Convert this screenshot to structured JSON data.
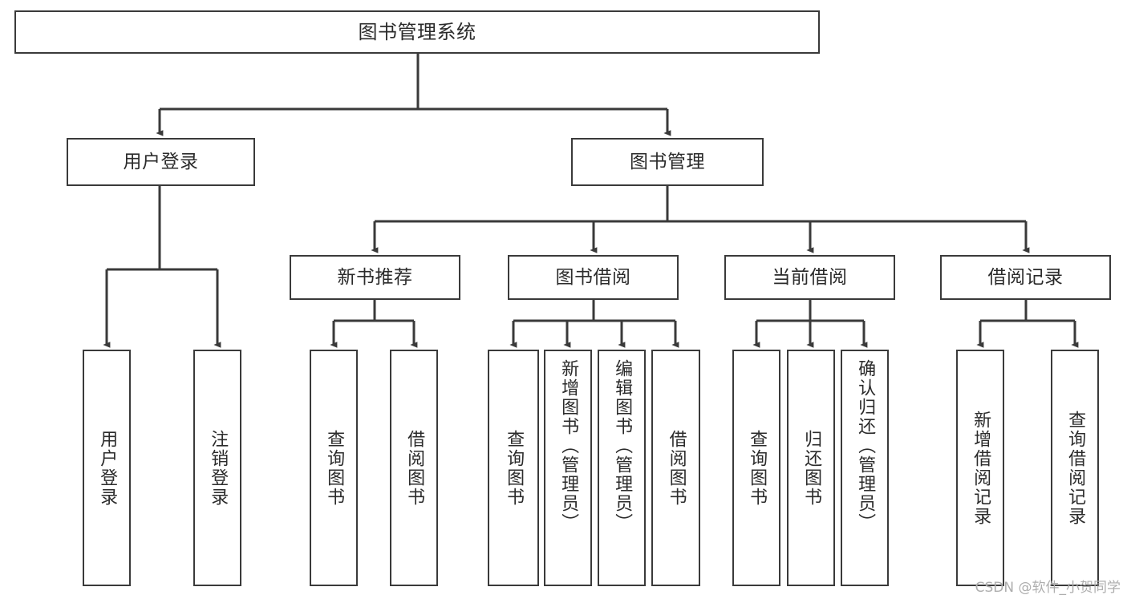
{
  "diagram": {
    "type": "hierarchy-tree",
    "title": "图书管理系统",
    "watermark": "CSDN @软件_小贺同学",
    "colors": {
      "stroke": "#3a3a3a",
      "text": "#2b2b2b",
      "background": "#ffffff",
      "watermark": "#aeaeae"
    },
    "nodes": {
      "root": {
        "label": "图书管理系统"
      },
      "level1": [
        {
          "label": "用户登录"
        },
        {
          "label": "图书管理"
        }
      ],
      "level2": [
        {
          "label": "新书推荐"
        },
        {
          "label": "图书借阅"
        },
        {
          "label": "当前借阅"
        },
        {
          "label": "借阅记录"
        }
      ],
      "leaves": [
        {
          "label": "用户登录",
          "parent": "用户登录",
          "align": "center"
        },
        {
          "label": "注销登录",
          "parent": "用户登录",
          "align": "center"
        },
        {
          "label": "查询图书",
          "parent": "新书推荐",
          "align": "center"
        },
        {
          "label": "借阅图书",
          "parent": "新书推荐",
          "align": "center"
        },
        {
          "label": "查询图书",
          "parent": "图书借阅",
          "align": "center"
        },
        {
          "label": "新增图书（管理员）",
          "parent": "图书借阅",
          "align": "top"
        },
        {
          "label": "编辑图书（管理员）",
          "parent": "图书借阅",
          "align": "top"
        },
        {
          "label": "借阅图书",
          "parent": "图书借阅",
          "align": "center"
        },
        {
          "label": "查询图书",
          "parent": "当前借阅",
          "align": "center"
        },
        {
          "label": "归还图书",
          "parent": "当前借阅",
          "align": "center"
        },
        {
          "label": "确认归还（管理员）",
          "parent": "当前借阅",
          "align": "top"
        },
        {
          "label": "新增借阅记录",
          "parent": "借阅记录",
          "align": "center"
        },
        {
          "label": "查询借阅记录",
          "parent": "借阅记录",
          "align": "center"
        }
      ]
    }
  }
}
